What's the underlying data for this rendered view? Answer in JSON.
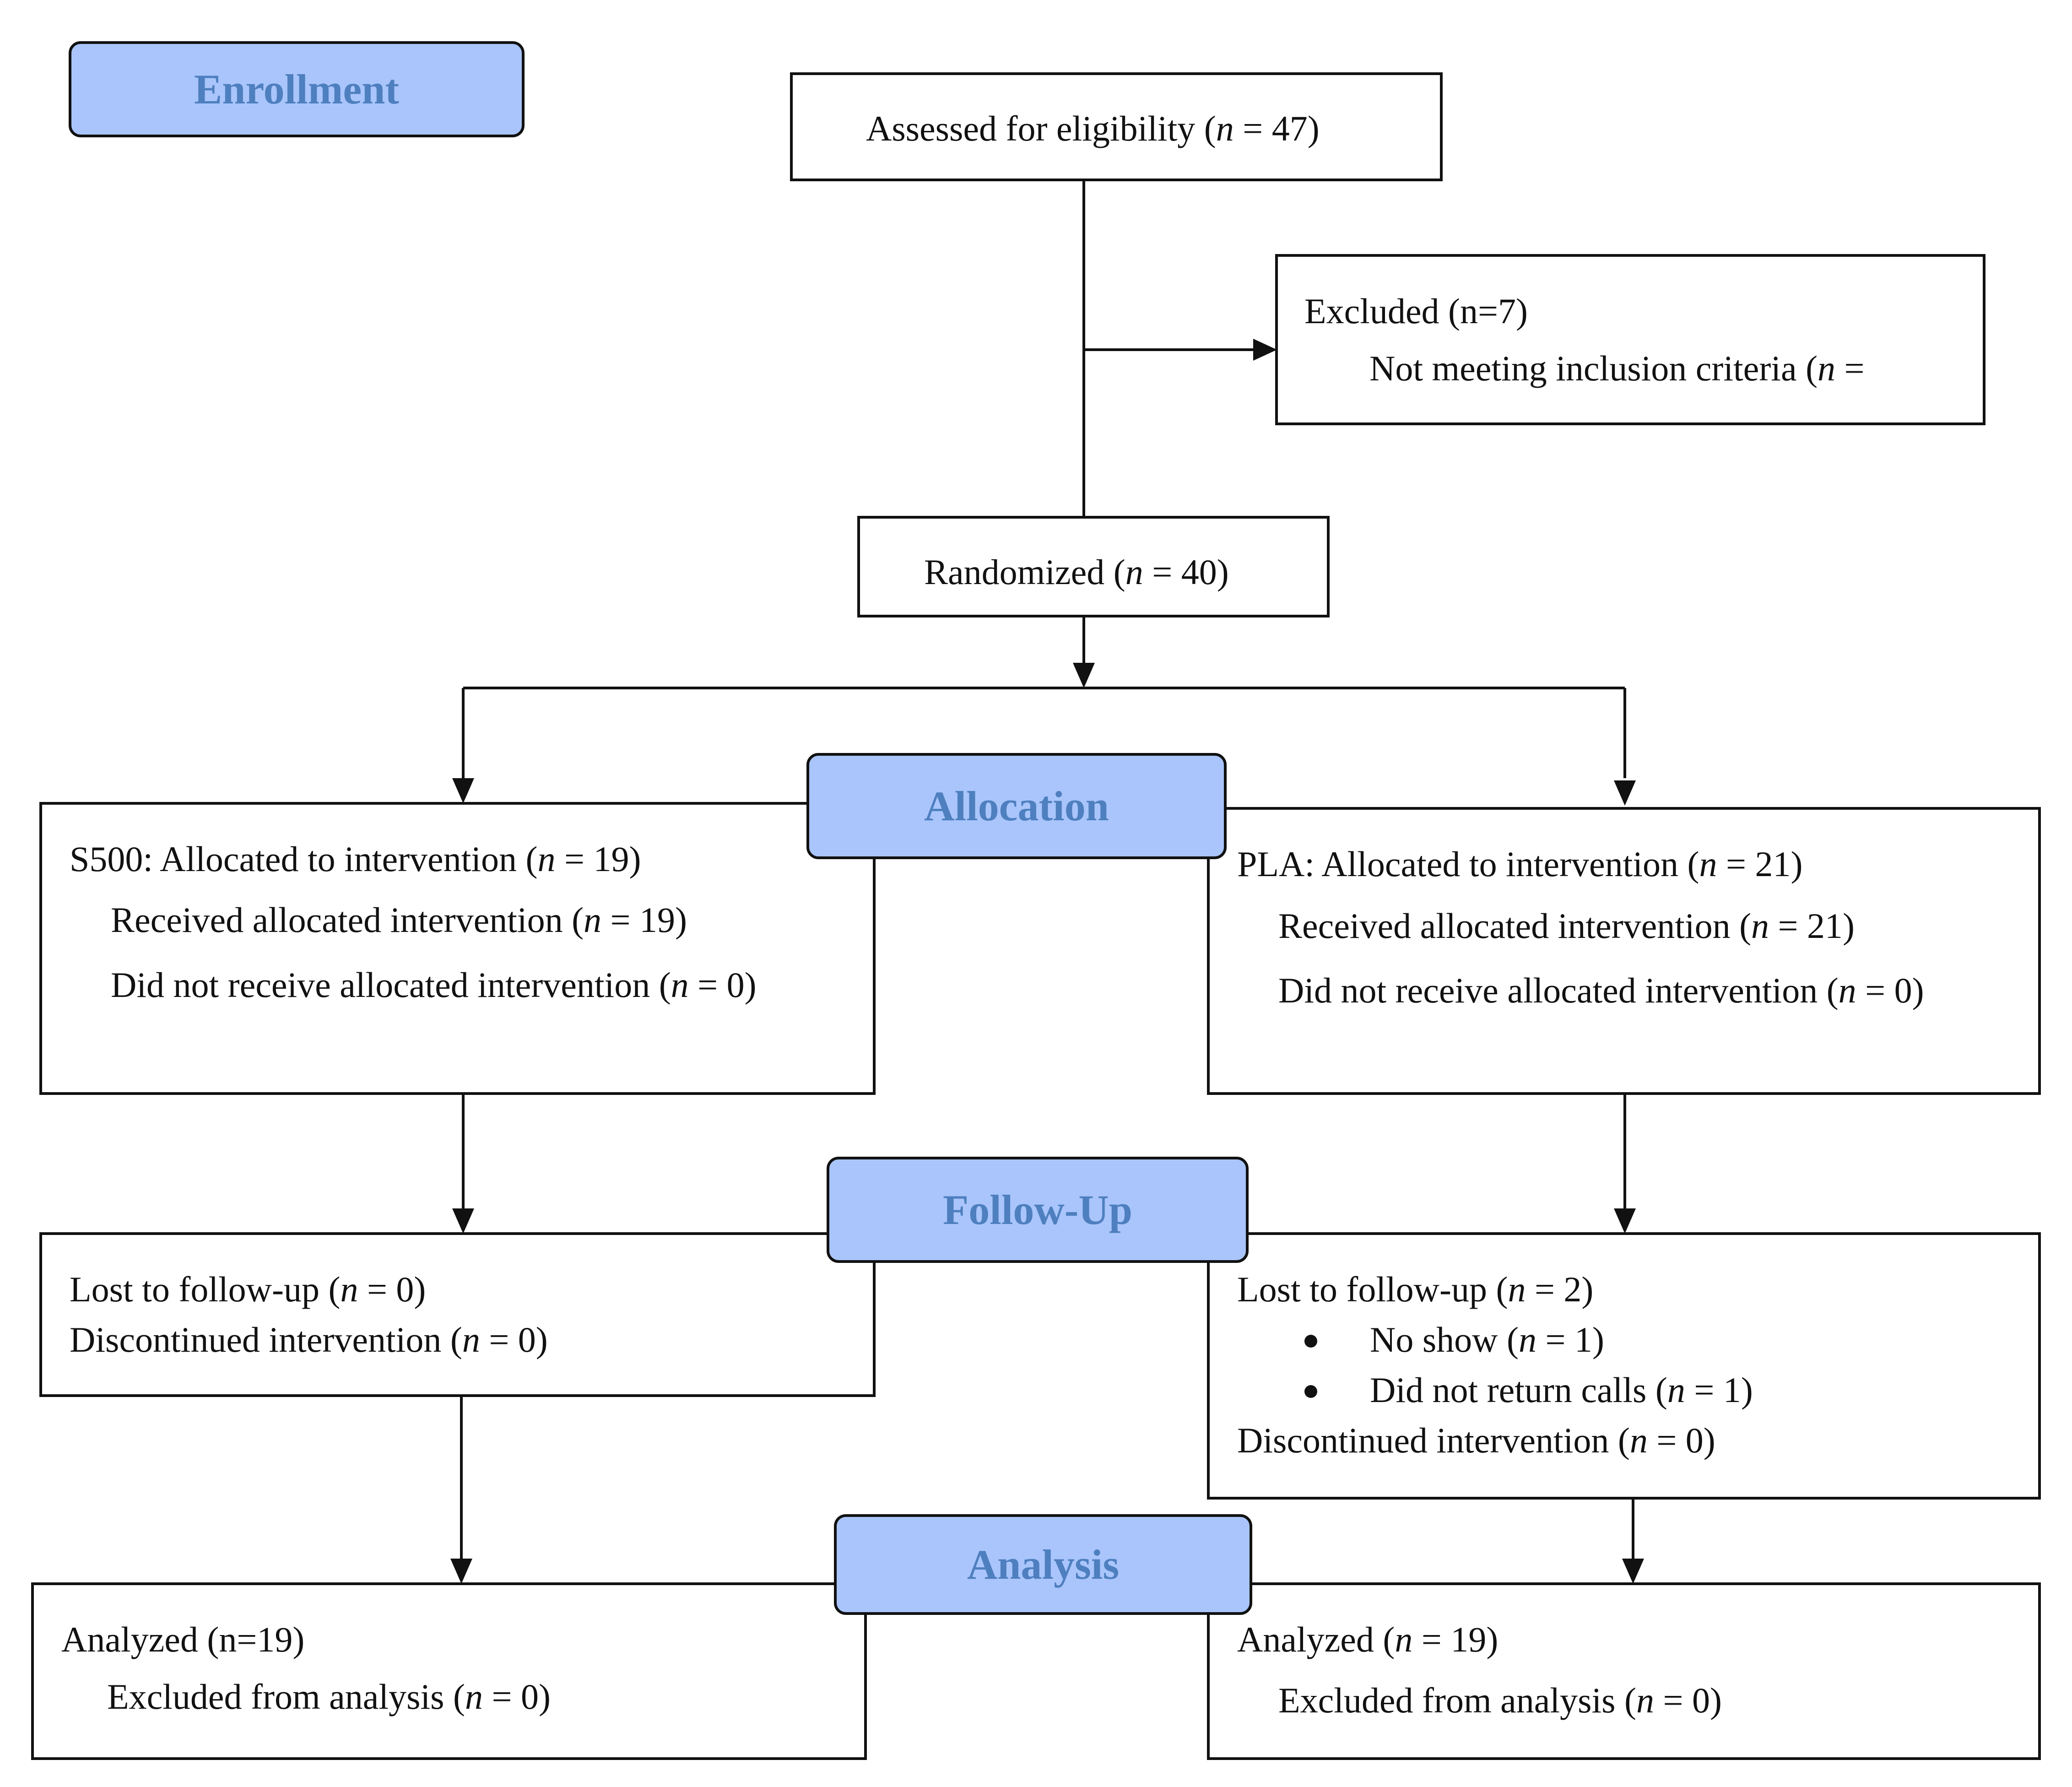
{
  "phases": {
    "enrollment": "Enrollment",
    "allocation": "Allocation",
    "follow_up": "Follow-Up",
    "analysis": "Analysis"
  },
  "n_symbol": "n",
  "assessed": {
    "text": "Assessed for eligibility (",
    "eq": " = 47)"
  },
  "excluded": {
    "title": "Excluded (n=7)",
    "reason": "Not meeting inclusion criteria (",
    "reason_eq": " ="
  },
  "randomized": {
    "text": "Randomized (",
    "eq": " = 40)"
  },
  "s500": {
    "allocated": {
      "text": "S500: Allocated to intervention (",
      "eq": " = 19)"
    },
    "received": {
      "text": "Received allocated intervention (",
      "eq": " = 19)"
    },
    "not_received": {
      "text": "Did not receive allocated intervention (",
      "eq": " = 0)"
    },
    "lost": {
      "text": "Lost to follow-up (",
      "eq": " = 0)"
    },
    "discontinued": {
      "text": "Discontinued intervention (",
      "eq": " = 0)"
    },
    "analyzed": "Analyzed (n=19)",
    "excluded_analysis": {
      "text": "Excluded from analysis (",
      "eq": " = 0)"
    }
  },
  "pla": {
    "allocated": {
      "text": "PLA: Allocated to intervention (",
      "eq": " = 21)"
    },
    "received": {
      "text": "Received allocated intervention (",
      "eq": " = 21)"
    },
    "not_received": {
      "text": "Did not receive allocated intervention (",
      "eq": " = 0)"
    },
    "lost": {
      "text": "Lost to follow-up (",
      "eq": " = 2)"
    },
    "no_show": {
      "text": "No show (",
      "eq": " = 1)"
    },
    "no_calls": {
      "text": "Did not return calls (",
      "eq": " = 1)"
    },
    "discontinued": {
      "text": "Discontinued intervention (",
      "eq": " = 0)"
    },
    "analyzed": {
      "text": "Analyzed (",
      "eq": " = 19)"
    },
    "excluded_analysis": {
      "text": "Excluded from analysis (",
      "eq": " = 0)"
    }
  },
  "colors": {
    "phase_fill": "#a9c5fb",
    "phase_text": "#4e7fbf",
    "stroke": "#111111"
  }
}
